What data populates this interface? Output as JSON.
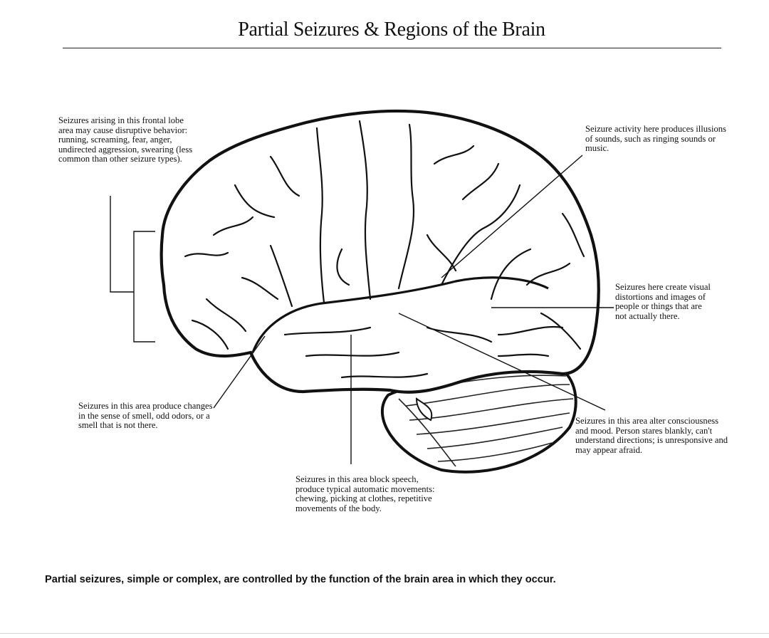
{
  "title": "Partial Seizures & Regions of the Brain",
  "annotations": {
    "frontal": "Seizures arising in this frontal lobe area may cause disruptive behavior: running, screaming, fear, anger, undirected aggression, swearing (less common than other seizure types).",
    "auditory": "Seizure activity here produces illusions of sounds, such as ringing sounds or music.",
    "visual": "Seizures here create visual distortions and images of people or things that are not actually there.",
    "smell": "Seizures in this area produce changes in the sense of smell, odd odors, or a smell that is not there.",
    "consciousness": "Seizures in this area alter consciousness and mood. Person stares blankly, can't understand directions; is unresponsive and may appear afraid.",
    "speech": "Seizures in this area block speech, produce typical automatic movements: chewing, picking at clothes, repetitive movements of the body."
  },
  "caption": "Partial seizures, simple or complex, are controlled by the function of the brain area in which they occur."
}
